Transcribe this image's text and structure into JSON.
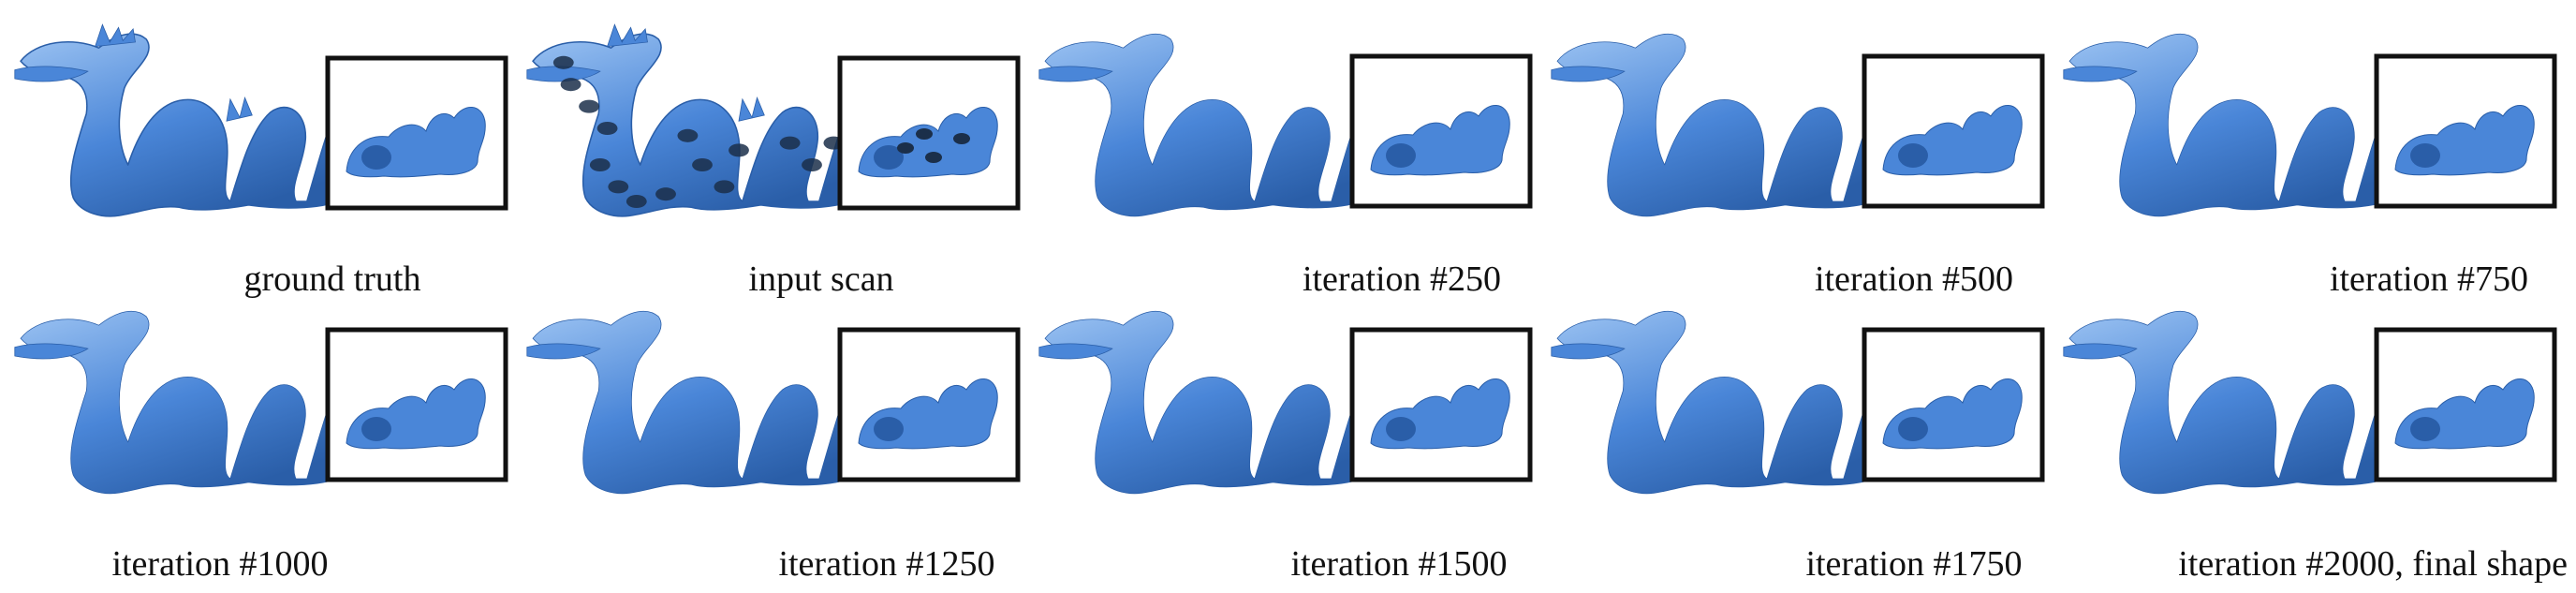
{
  "figure": {
    "colors": {
      "mesh_base": "#4a86d8",
      "mesh_light": "#9cc3f2",
      "mesh_dark": "#2a5ea8",
      "inset_border": "#111111",
      "scan_dark": "#1b2f4a"
    },
    "panels": [
      {
        "label": "ground truth",
        "kind": "ground-truth"
      },
      {
        "label": "input scan",
        "kind": "input-scan"
      },
      {
        "label": "iteration #250",
        "kind": "iteration"
      },
      {
        "label": "iteration #500",
        "kind": "iteration"
      },
      {
        "label": "iteration #750",
        "kind": "iteration"
      },
      {
        "label": "iteration #1000",
        "kind": "iteration"
      },
      {
        "label": "iteration #1250",
        "kind": "iteration"
      },
      {
        "label": "iteration #1500",
        "kind": "iteration"
      },
      {
        "label": "iteration #1750",
        "kind": "iteration"
      },
      {
        "label": "iteration #2000, final shape",
        "kind": "iteration"
      }
    ]
  }
}
